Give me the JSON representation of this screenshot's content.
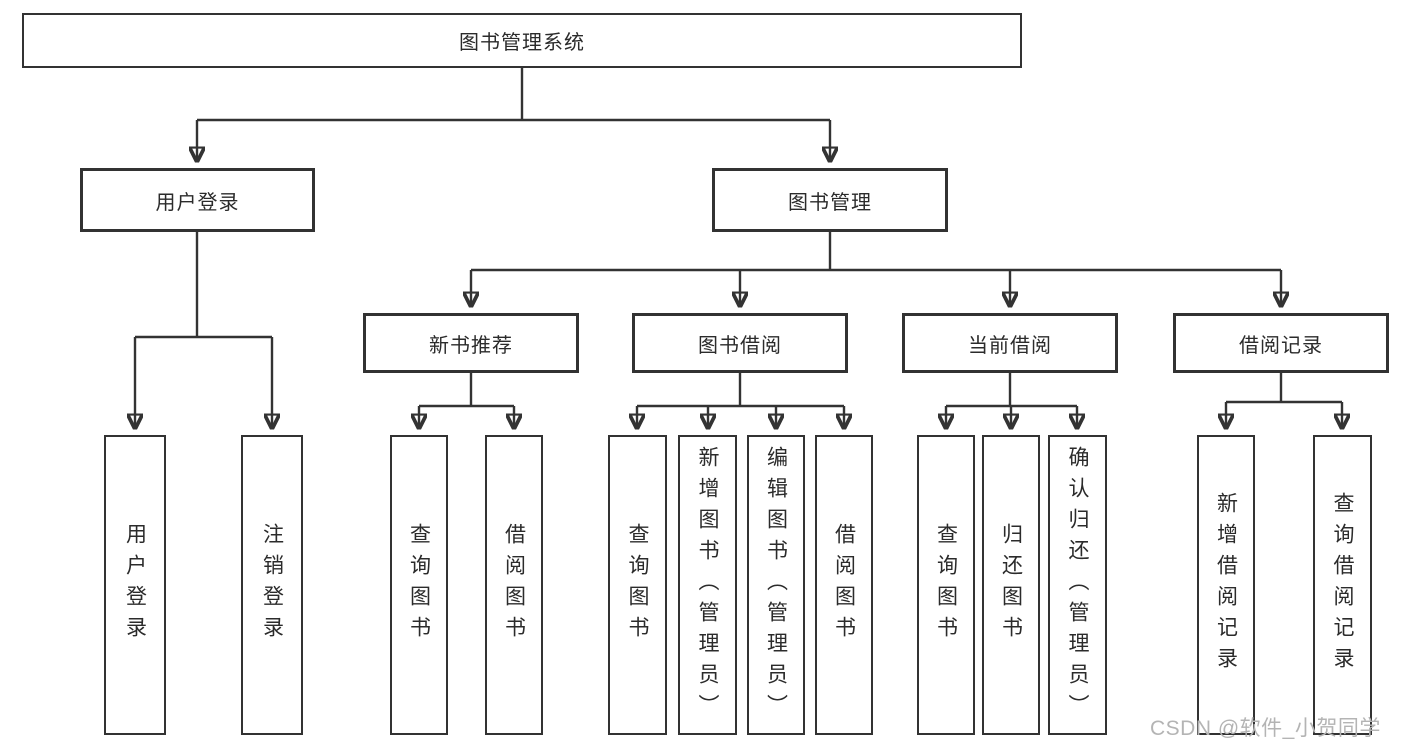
{
  "diagram": {
    "root": {
      "label": "图书管理系统"
    },
    "level2": [
      {
        "label": "用户登录"
      },
      {
        "label": "图书管理"
      }
    ],
    "level3": [
      {
        "label": "新书推荐"
      },
      {
        "label": "图书借阅"
      },
      {
        "label": "当前借阅"
      },
      {
        "label": "借阅记录"
      }
    ],
    "leaves": [
      {
        "group": "用户登录",
        "label": "用户登录"
      },
      {
        "group": "用户登录",
        "label": "注销登录"
      },
      {
        "group": "新书推荐",
        "label": "查询图书"
      },
      {
        "group": "新书推荐",
        "label": "借阅图书"
      },
      {
        "group": "图书借阅",
        "label": "查询图书"
      },
      {
        "group": "图书借阅",
        "label": "新增图书（管理员）"
      },
      {
        "group": "图书借阅",
        "label": "编辑图书（管理员）"
      },
      {
        "group": "图书借阅",
        "label": "借阅图书"
      },
      {
        "group": "当前借阅",
        "label": "查询图书"
      },
      {
        "group": "当前借阅",
        "label": "归还图书"
      },
      {
        "group": "当前借阅",
        "label": "确认归还（管理员）"
      },
      {
        "group": "借阅记录",
        "label": "新增借阅记录"
      },
      {
        "group": "借阅记录",
        "label": "查询借阅记录"
      }
    ],
    "watermark": {
      "text": "CSDN @软件_小贺同学"
    },
    "colors": {
      "line": "#333333",
      "border": "#323232",
      "text": "#2b2b2b",
      "watermark": "#b4b4b4",
      "background": "#ffffff"
    }
  }
}
